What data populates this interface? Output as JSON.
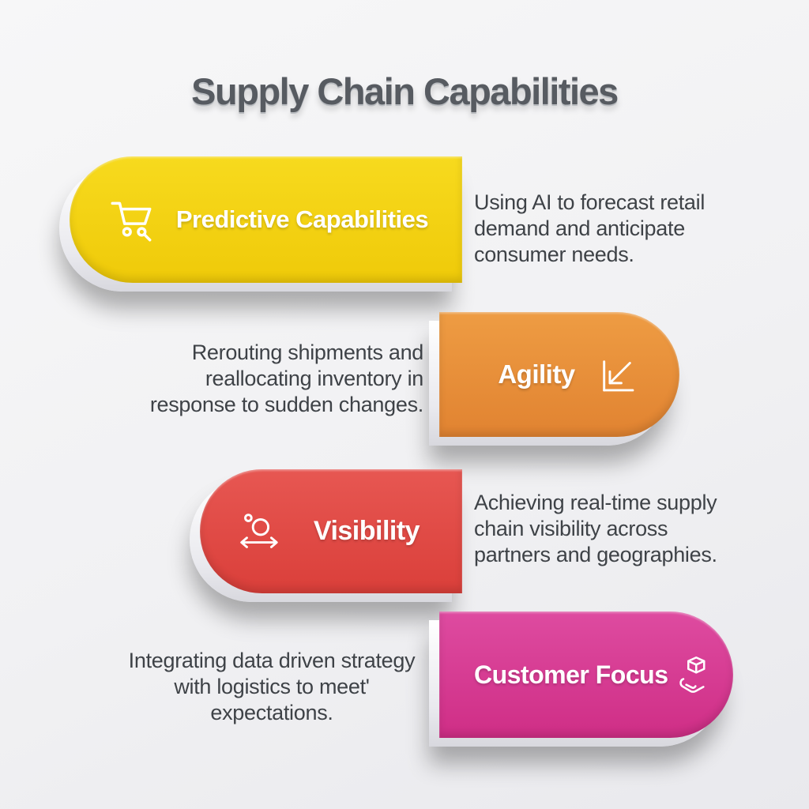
{
  "title": "Supply Chain Capabilities",
  "items": [
    {
      "label": "Predictive Capabilities",
      "description": "Using AI to forecast retail demand and anticipate consumer needs.",
      "color": "#f2cf10",
      "icon": "shopping-cart-icon"
    },
    {
      "label": "Agility",
      "description": "Rerouting shipments and reallocating inventory in response to sudden changes.",
      "color": "#e78d3b",
      "icon": "arrow-down-left-icon"
    },
    {
      "label": "Visibility",
      "description": "Achieving real-time supply chain visibility across partners and geographies.",
      "color": "#e04a44",
      "icon": "visibility-network-icon"
    },
    {
      "label": "Customer Focus",
      "description": "Integrating data driven strategy with logistics to meet' expectations.",
      "color": "#d63a91",
      "icon": "hand-box-icon"
    }
  ]
}
